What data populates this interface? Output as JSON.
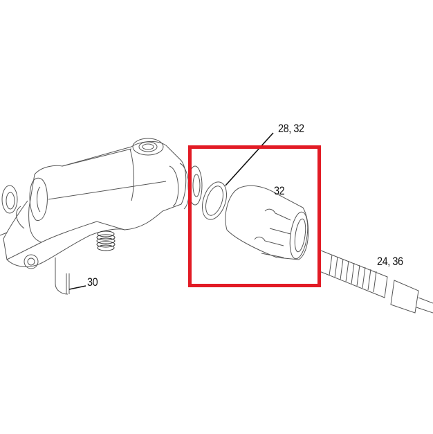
{
  "diagram": {
    "type": "exploded-parts-view",
    "highlight": {
      "color": "#e21b25",
      "target_part": "32"
    },
    "callouts": [
      {
        "id": "callout-28-32",
        "text": "28, 32"
      },
      {
        "id": "callout-32",
        "text": "32"
      },
      {
        "id": "callout-24-36",
        "text": "24, 36"
      },
      {
        "id": "callout-30",
        "text": "30"
      }
    ]
  }
}
